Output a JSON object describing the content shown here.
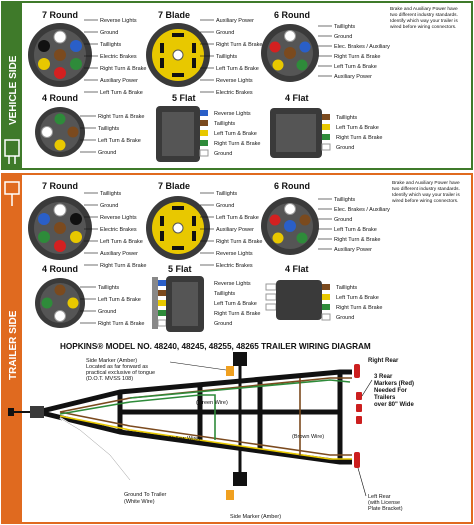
{
  "colors": {
    "vehicle_band": "#3f7a2a",
    "trailer_band": "#e06a1f",
    "connector_dark": "#3a3a3a",
    "wire_brown": "#7b4a1e",
    "wire_green": "#2e8b3a",
    "wire_yellow": "#e8c800",
    "wire_white": "#ffffff",
    "wire_blue": "#2a5fc8",
    "wire_red": "#d42020",
    "wire_black": "#111111",
    "wire_purple": "#7a2fa0",
    "wire_orange": "#ee8a10",
    "marker_amber": "#f0a020",
    "marker_red": "#cc1f1f"
  },
  "vehicle_side": {
    "label": "VEHICLE SIDE",
    "seven_round": {
      "title": "7 Round",
      "pins": [
        "Reverse Lights",
        "Ground",
        "Taillights",
        "Electric Brakes",
        "Right Turn & Brake",
        "Auxiliary Power",
        "Left Turn & Brake"
      ]
    },
    "seven_blade": {
      "title": "7 Blade",
      "pins": [
        "Auxiliary Power",
        "Ground",
        "Right Turn & Brake",
        "Taillights",
        "Left Turn & Brake",
        "Reverse Lights",
        "Electric Brakes"
      ]
    },
    "six_round": {
      "title": "6 Round",
      "pins": [
        "Taillights",
        "Ground",
        "Elec. Brakes / Auxiliary",
        "Right Turn & Brake",
        "Left Turn & Brake",
        "Auxiliary Power"
      ]
    },
    "note": [
      "Brake and Auxiliary Power have",
      "two different industry standards.",
      "Identify which way your trailer is",
      "wired before wiring connectors."
    ],
    "four_round": {
      "title": "4 Round",
      "pins": [
        "Right Turn & Brake",
        "Taillights",
        "Left Turn & Brake",
        "Ground"
      ]
    },
    "five_flat": {
      "title": "5 Flat",
      "pins": [
        "Reverse Lights",
        "Taillights",
        "Left Turn & Brake",
        "Right Turn & Brake",
        "Ground"
      ]
    },
    "four_flat": {
      "title": "4 Flat",
      "pins": [
        "Taillights",
        "Left Turn & Brake",
        "Right Turn & Brake",
        "Ground"
      ]
    }
  },
  "trailer_side": {
    "label": "TRAILER SIDE",
    "seven_round": {
      "title": "7 Round",
      "pins": [
        "Taillights",
        "Ground",
        "Reverse Lights",
        "Electric Brakes",
        "Left Turn & Brake",
        "Auxiliary Power",
        "Right Turn & Brake"
      ]
    },
    "seven_blade": {
      "title": "7 Blade",
      "pins": [
        "Taillights",
        "Ground",
        "Left Turn & Brake",
        "Auxiliary Power",
        "Right Turn & Brake",
        "Reverse Lights",
        "Electric Brakes"
      ]
    },
    "six_round": {
      "title": "6 Round",
      "pins": [
        "Taillights",
        "Elec. Brakes / Auxiliary",
        "Ground",
        "Left Turn & Brake",
        "Right Turn & Brake",
        "Auxiliary Power"
      ]
    },
    "note": [
      "Brake and Auxiliary Power have",
      "two different industry standards.",
      "Identify which way your trailer is",
      "wired before wiring connectors."
    ],
    "four_round": {
      "title": "4 Round",
      "pins": [
        "Taillights",
        "Left Turn & Brake",
        "Ground",
        "Right Turn & Brake"
      ]
    },
    "five_flat": {
      "title": "5 Flat",
      "pins": [
        "Reverse Lights",
        "Taillights",
        "Left Turn & Brake",
        "Right Turn & Brake",
        "Ground"
      ]
    },
    "four_flat": {
      "title": "4 Flat",
      "pins": [
        "Taillights",
        "Left Turn & Brake",
        "Right Turn & Brake",
        "Ground"
      ]
    }
  },
  "wiring": {
    "title": "HOPKINS® MODEL NO. 48240, 48245, 48255, 48265 TRAILER WIRING DIAGRAM",
    "side_marker_top": [
      "Side Marker (Amber)",
      "Located as far forward as",
      "practical exclusive of tongue",
      "(D.O.T. MVSS 108)"
    ],
    "right_rear": "Right Rear",
    "three_rear": [
      "3 Rear",
      "Markers (Red)",
      "Needed For",
      "Trailers",
      "over 80\" Wide"
    ],
    "green_wire": "(Green Wire)",
    "yellow_wire": "(Yellow Wire)",
    "brown_wire": "(Brown Wire)",
    "ground": [
      "Ground To Trailer",
      "(White Wire)"
    ],
    "side_marker_bottom": "Side Marker (Amber)",
    "left_rear": [
      "Left Rear",
      "(with License",
      "Plate Bracket)"
    ]
  }
}
